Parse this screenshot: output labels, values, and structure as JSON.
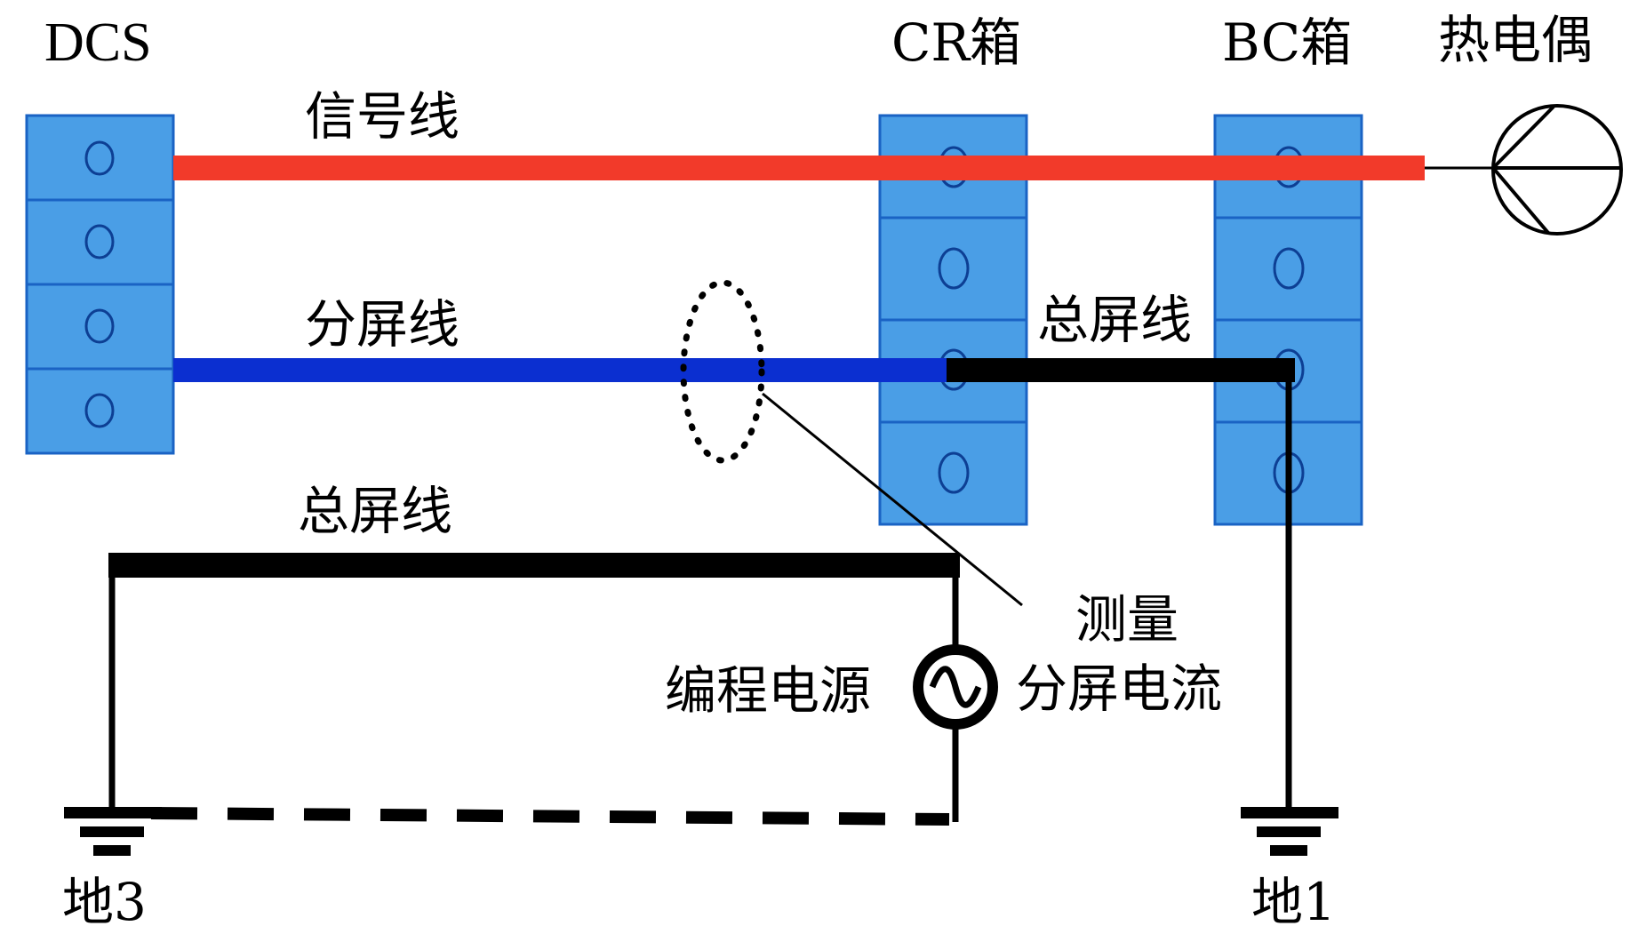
{
  "labels": {
    "dcs": "DCS",
    "cr_box": "CR箱",
    "bc_box": "BC箱",
    "thermocouple": "热电偶",
    "signal_line": "信号线",
    "sub_shield_line": "分屏线",
    "main_shield_line_top": "总屏线",
    "main_shield_line_bottom": "总屏线",
    "measure": "测量",
    "sub_shield_current": "分屏电流",
    "programmable_source": "编程电源",
    "ground_3": "地3",
    "ground_1": "地1"
  },
  "colors": {
    "terminal_fill": "#4a9ee6",
    "terminal_stroke": "#1a63c4",
    "signal_line": "#f23a2a",
    "sub_shield_line": "#0b2fd0",
    "main_shield_line": "#000000"
  }
}
